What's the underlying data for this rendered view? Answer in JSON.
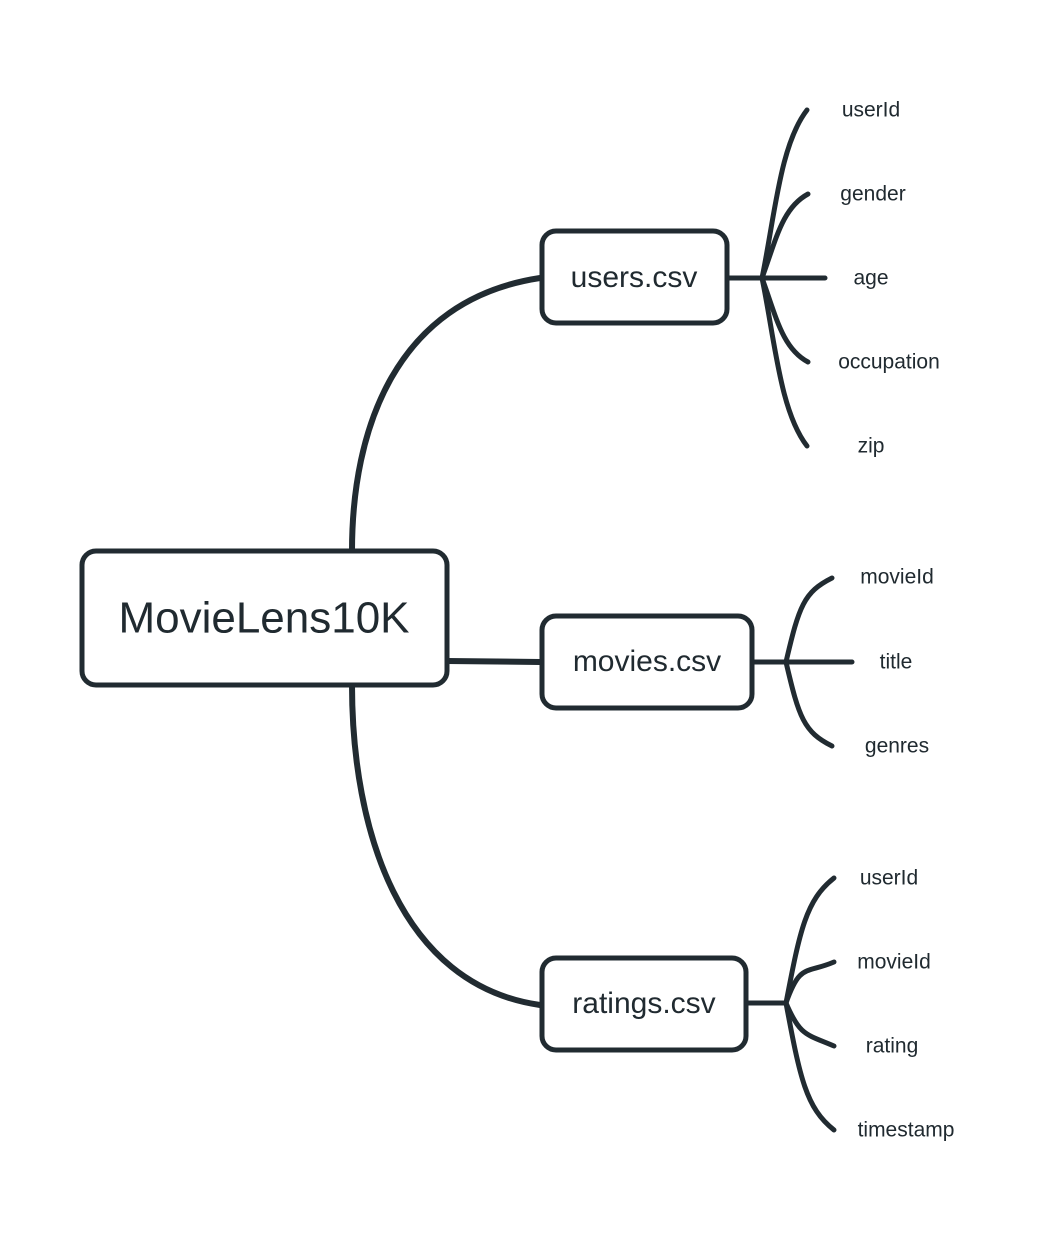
{
  "diagram": {
    "type": "mindmap",
    "title": "MovieLens10K dataset file schema mindmap",
    "colors": {
      "stroke": "#212b31",
      "text": "#202a30",
      "node_fill": "#ffffff",
      "background": "#ffffff"
    },
    "root": {
      "label": "MovieLens10K"
    },
    "branches": [
      {
        "id": "users",
        "label": "users.csv",
        "leaves": [
          {
            "label": "userId"
          },
          {
            "label": "gender"
          },
          {
            "label": "age"
          },
          {
            "label": "occupation"
          },
          {
            "label": "zip"
          }
        ]
      },
      {
        "id": "movies",
        "label": "movies.csv",
        "leaves": [
          {
            "label": "movieId"
          },
          {
            "label": "title"
          },
          {
            "label": "genres"
          }
        ]
      },
      {
        "id": "ratings",
        "label": "ratings.csv",
        "leaves": [
          {
            "label": "userId"
          },
          {
            "label": "movieId"
          },
          {
            "label": "rating"
          },
          {
            "label": "timestamp"
          }
        ]
      }
    ]
  }
}
